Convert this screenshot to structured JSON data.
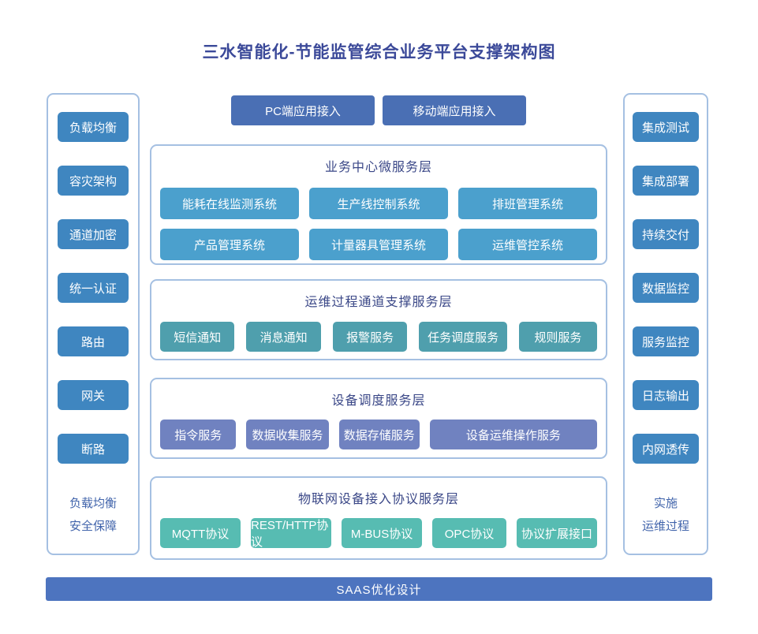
{
  "title": "三水智能化-节能监管综合业务平台支撑架构图",
  "left_sidebar": {
    "items": [
      "负载均衡",
      "容灾架构",
      "通道加密",
      "统一认证",
      "路由",
      "网关",
      "断路"
    ],
    "caption_lines": [
      "负载均衡",
      "安全保障"
    ]
  },
  "right_sidebar": {
    "items": [
      "集成测试",
      "集成部署",
      "持续交付",
      "数据监控",
      "服务监控",
      "日志输出",
      "内网透传"
    ],
    "caption_lines": [
      "实施",
      "运维过程"
    ]
  },
  "access_row": {
    "items": [
      "PC端应用接入",
      "移动端应用接入"
    ]
  },
  "layers": [
    {
      "title": "业务中心微服务层",
      "items": [
        "能耗在线监测系统",
        "生产线控制系统",
        "排班管理系统",
        "产品管理系统",
        "计量器具管理系统",
        "运维管控系统"
      ]
    },
    {
      "title": "运维过程通道支撑服务层",
      "items": [
        "短信通知",
        "消息通知",
        "报警服务",
        "任务调度服务",
        "规则服务"
      ]
    },
    {
      "title": "设备调度服务层",
      "items": [
        "指令服务",
        "数据收集服务",
        "数据存储服务",
        "设备运维操作服务"
      ]
    },
    {
      "title": "物联网设备接入协议服务层",
      "items": [
        "MQTT协议",
        "REST/HTTP协议",
        "M-BUS协议",
        "OPC协议",
        "协议扩展接口"
      ]
    }
  ],
  "footer": {
    "label": "SAAS优化设计"
  },
  "colors": {
    "title_text": "#3b4999",
    "section_title_text": "#3a4787",
    "pillar_caption_text": "#4164ab",
    "box_border": "#a5c0e2",
    "side_chip": "#3f86c0",
    "access_chip": "#4a6fb4",
    "business_chip": "#4ba0cd",
    "channel_chip": "#4f9fad",
    "dispatch_chip": "#7082c0",
    "protocol_chip": "#57bcb2",
    "footer_bar": "#4d74bf",
    "chip_text": "#ffffff"
  }
}
